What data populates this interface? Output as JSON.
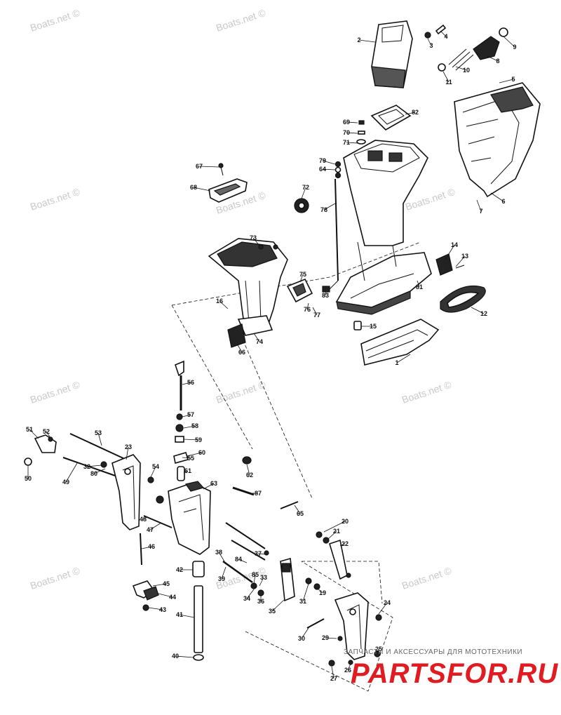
{
  "diagram": {
    "watermark": "Boats.net ©",
    "brand": {
      "subtitle": "ЗАПЧАСТИ И АКСЕССУАРЫ ДЛЯ МОТОТЕХНИКИ",
      "logo": "PARTSFOR.RU",
      "color": "#e11b22"
    },
    "callouts": [
      "1",
      "2",
      "3",
      "4",
      "5",
      "6",
      "7",
      "8",
      "9",
      "10",
      "11",
      "12",
      "13",
      "14",
      "15",
      "16",
      "19",
      "20",
      "21",
      "22",
      "23",
      "24",
      "25",
      "26",
      "27",
      "29",
      "30",
      "31",
      "32",
      "33",
      "34",
      "35",
      "36",
      "37",
      "38",
      "39",
      "40",
      "41",
      "42",
      "43",
      "44",
      "45",
      "46",
      "47",
      "48",
      "49",
      "50",
      "51",
      "52",
      "53",
      "54",
      "55",
      "56",
      "57",
      "58",
      "59",
      "60",
      "61",
      "62",
      "63",
      "64",
      "65",
      "66",
      "67",
      "68",
      "69",
      "70",
      "71",
      "72",
      "73",
      "74",
      "75",
      "76",
      "77",
      "78",
      "79",
      "80",
      "81",
      "82",
      "83",
      "84",
      "85",
      "87"
    ]
  }
}
